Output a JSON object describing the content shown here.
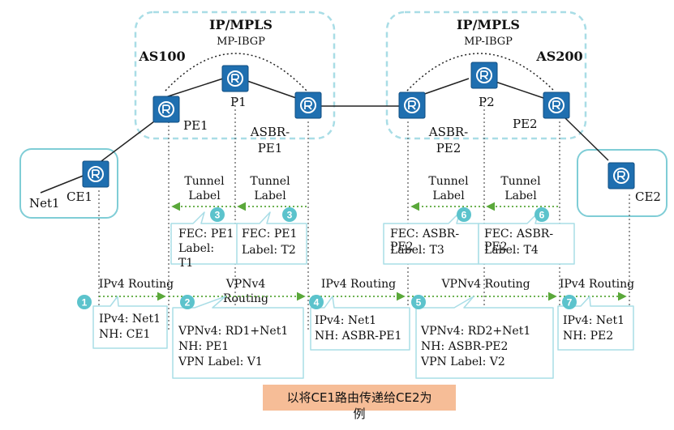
{
  "domains": {
    "left": {
      "title": "IP/MPLS",
      "subtitle": "MP-IBGP",
      "as": "AS100"
    },
    "right": {
      "title": "IP/MPLS",
      "subtitle": "MP-IBGP",
      "as": "AS200"
    }
  },
  "nodes": {
    "ce1": "CE1",
    "pe1": "PE1",
    "p1": "P1",
    "asbr_pe1": [
      "ASBR-",
      "PE1"
    ],
    "asbr_pe2": [
      "ASBR-",
      "PE2"
    ],
    "p2": "P2",
    "pe2": "PE2",
    "ce2": "CE2",
    "net1": "Net1"
  },
  "tunnel_labels": [
    {
      "title": [
        "Tunnel",
        "Label"
      ],
      "step": "3",
      "fec": "FEC: PE1",
      "label": [
        "Label:",
        "T1"
      ]
    },
    {
      "title": [
        "Tunnel",
        "Label"
      ],
      "step": "3",
      "fec": "FEC: PE1",
      "label": [
        "Label: T2"
      ]
    },
    {
      "title": [
        "Tunnel",
        "Label"
      ],
      "step": "6",
      "fec": "FEC: ASBR-",
      "fec2": "PE2",
      "label": [
        "Label: T3"
      ]
    },
    {
      "title": [
        "Tunnel",
        "Label"
      ],
      "step": "6",
      "fec": "FEC: ASBR-",
      "fec2": "PE2",
      "label": [
        "Label: T4"
      ]
    }
  ],
  "routing_steps": [
    {
      "step": "1",
      "title": "IPv4 Routing",
      "lines": [
        "IPv4: Net1",
        "NH: CE1"
      ]
    },
    {
      "step": "2",
      "title": "VPNv4",
      "title2": "Routing",
      "lines": [
        "VPNv4: RD1+Net1",
        "NH: PE1",
        "VPN Label: V1"
      ]
    },
    {
      "step": "4",
      "title": "IPv4 Routing",
      "lines": [
        "IPv4: Net1",
        "NH: ASBR-PE1"
      ]
    },
    {
      "step": "5",
      "title": "VPNv4 Routing",
      "lines": [
        "VPNv4: RD2+Net1",
        "NH: ASBR-PE2",
        "VPN Label: V2"
      ]
    },
    {
      "step": "7",
      "title": "IPv4 Routing",
      "lines": [
        "IPv4: Net1",
        "NH: PE2"
      ]
    }
  ],
  "caption": {
    "line1": "以将CE1路由传递给CE2为",
    "line2": "例"
  },
  "colors": {
    "router": "#1f6fb0",
    "domain": "#a9dde6",
    "step": "#5cc3cc",
    "arrow": "#5aa83a",
    "caption_bg": "#f6bd97"
  }
}
